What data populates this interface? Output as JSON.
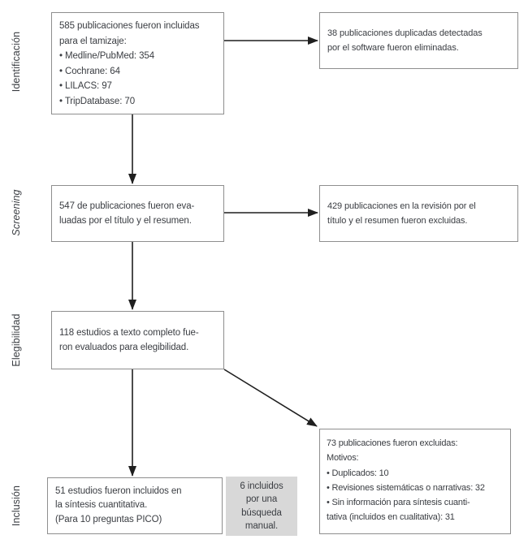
{
  "colors": {
    "box_border": "#8e8e8e",
    "text": "#3a3d42",
    "arrow": "#1f1f1f",
    "gray_fill": "#d8d8d8",
    "background": "#ffffff"
  },
  "stages": {
    "identification": "Identificación",
    "screening": "Screening",
    "eligibility": "Elegibilidad",
    "inclusion": "Inclusión"
  },
  "boxes": {
    "identification_included": {
      "lines": [
        "585 publicaciones fueron incluidas",
        "para el tamizaje:",
        "• Medline/PubMed: 354",
        "• Cochrane: 64",
        "• LILACS: 97",
        "• TripDatabase: 70"
      ]
    },
    "duplicates_removed": {
      "lines": [
        "38 publicaciones duplicadas detectadas",
        "por el software fueron eliminadas."
      ]
    },
    "screening_evaluated": {
      "lines": [
        "547 de publicaciones fueron eva-",
        "luadas por el título y el resumen."
      ]
    },
    "screening_excluded": {
      "lines": [
        "429 publicaciones en la revisión por el",
        "título y el resumen fueron excluidas."
      ]
    },
    "eligibility_fulltext": {
      "lines": [
        "118 estudios a texto completo fue-",
        "ron evaluados para elegibilidad."
      ]
    },
    "included_quantitative": {
      "lines": [
        "51 estudios fueron incluidos en",
        "la síntesis cuantitativa.",
        "(Para 10 preguntas PICO)"
      ]
    },
    "manual_search_note": {
      "lines": [
        "6 incluidos",
        "por una",
        "búsqueda",
        "manual."
      ]
    },
    "fulltext_excluded": {
      "lines": [
        "73 publicaciones fueron excluidas:",
        "Motivos:",
        "• Duplicados: 10",
        "• Revisiones sistemáticas o narrativas: 32",
        "• Sin información para síntesis cuanti-",
        "tativa (incluidos en cualitativa): 31"
      ]
    }
  }
}
